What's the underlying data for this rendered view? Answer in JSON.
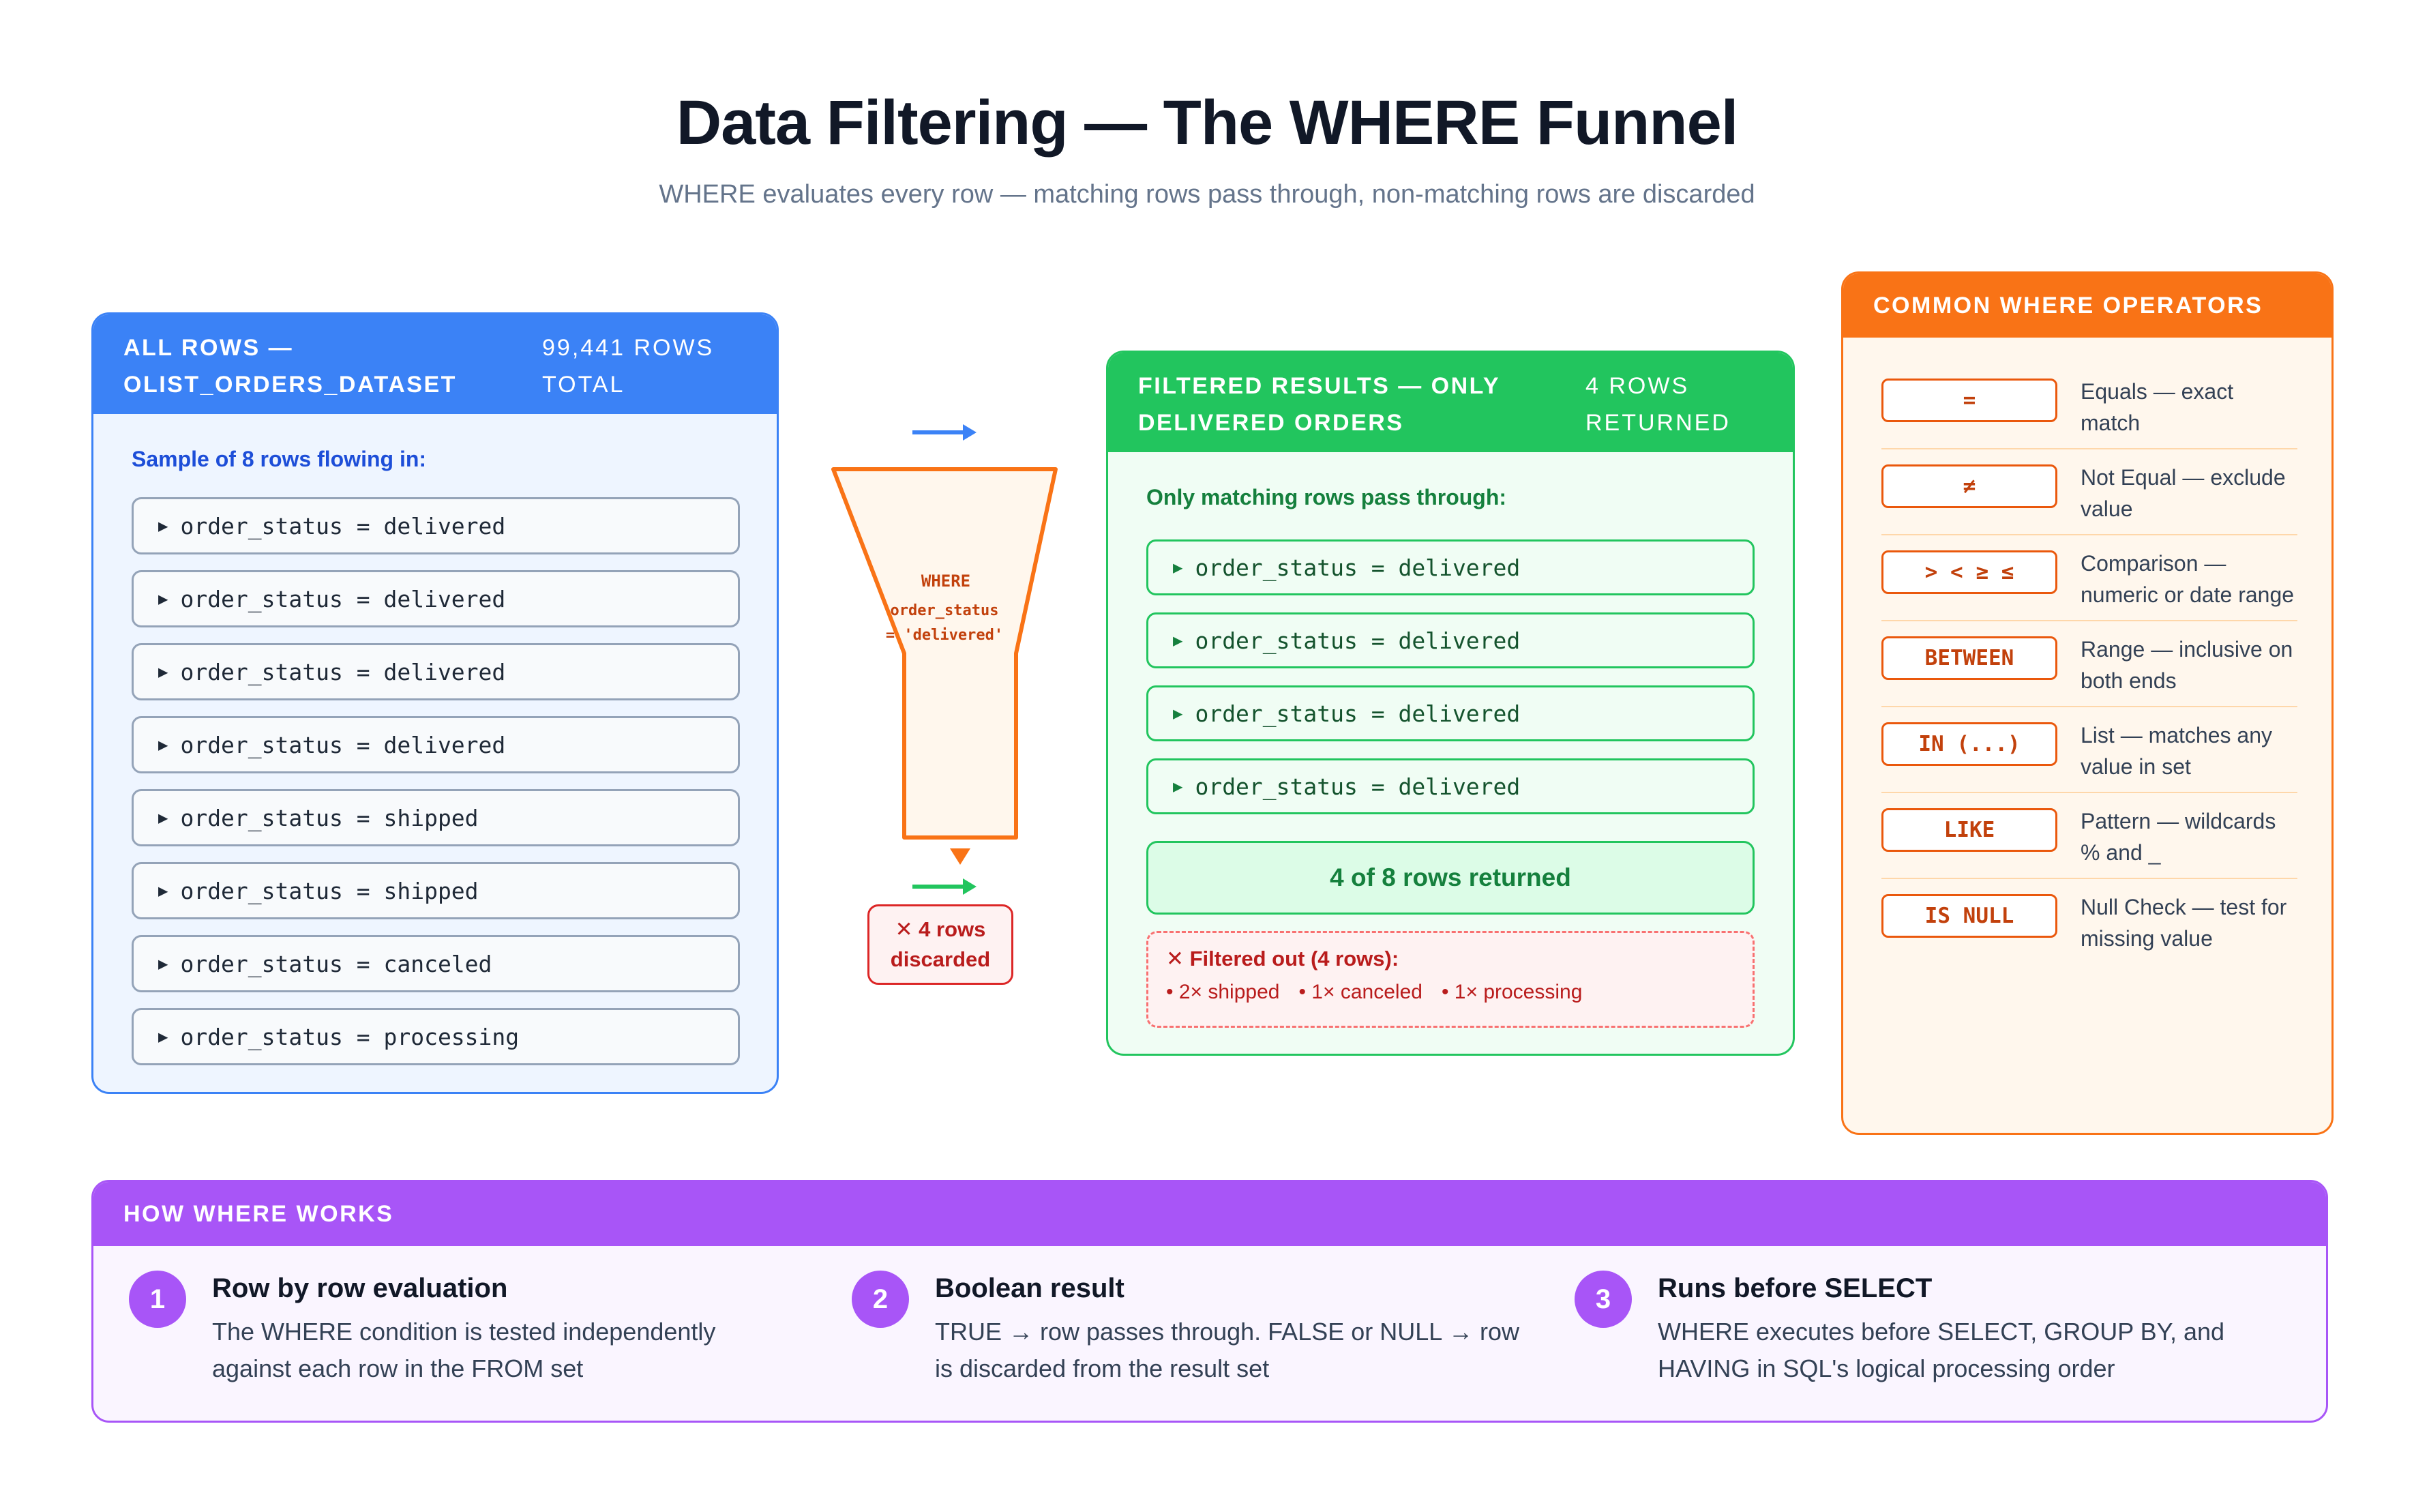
{
  "header": {
    "title": "Data Filtering — The WHERE Funnel",
    "subtitle": "WHERE evaluates every row — matching rows pass through, non-matching rows are discarded"
  },
  "all_rows": {
    "title_line1": "ALL ROWS —",
    "title_line2": "OLIST_ORDERS_DATASET",
    "count_line1": "99,441 ROWS",
    "count_line2": "TOTAL",
    "sample_label": "Sample of 8 rows flowing in:",
    "rows": [
      "order_status = delivered",
      "order_status = delivered",
      "order_status = delivered",
      "order_status = delivered",
      "order_status = shipped",
      "order_status = shipped",
      "order_status = canceled",
      "order_status = processing"
    ]
  },
  "funnel": {
    "line1": "WHERE",
    "line2": "order_status",
    "line3": "= 'delivered'",
    "discard_line1": "✕ 4 rows",
    "discard_line2": "discarded",
    "colors": {
      "in_arrow": "#3b82f6",
      "out_arrow": "#22c55e",
      "funnel": "#f97316"
    }
  },
  "filtered": {
    "title_line1": "FILTERED RESULTS — ONLY",
    "title_line2": "DELIVERED ORDERS",
    "count_line1": "4 ROWS",
    "count_line2": "RETURNED",
    "pass_label": "Only matching rows pass through:",
    "rows": [
      "order_status = delivered",
      "order_status = delivered",
      "order_status = delivered",
      "order_status = delivered"
    ],
    "returned_label": "4 of 8 rows returned",
    "filtered_out_title": "✕ Filtered out (4 rows):",
    "filtered_out_items": [
      "• 2× shipped",
      "• 1× canceled",
      "• 1× processing"
    ]
  },
  "operators": {
    "title": "COMMON WHERE OPERATORS",
    "items": [
      {
        "op": "=",
        "desc": "Equals — exact match"
      },
      {
        "op": "≠",
        "desc": "Not Equal — exclude value"
      },
      {
        "op": "> < ≥ ≤",
        "desc": "Comparison — numeric or date range"
      },
      {
        "op": "BETWEEN",
        "desc": "Range — inclusive on both ends"
      },
      {
        "op": "IN (...)",
        "desc": "List — matches any value in set"
      },
      {
        "op": "LIKE",
        "desc": "Pattern — wildcards % and _"
      },
      {
        "op": "IS NULL",
        "desc": "Null Check — test for missing value"
      }
    ]
  },
  "how": {
    "title": "HOW WHERE WORKS",
    "steps": [
      {
        "num": "1",
        "title": "Row by row evaluation",
        "text": "The WHERE condition is tested independently against each row in the FROM set"
      },
      {
        "num": "2",
        "title": "Boolean result",
        "text": "TRUE → row passes through. FALSE or NULL → row is discarded from the result set"
      },
      {
        "num": "3",
        "title": "Runs before SELECT",
        "text": "WHERE executes before SELECT, GROUP BY, and HAVING in SQL's logical processing order"
      }
    ]
  }
}
